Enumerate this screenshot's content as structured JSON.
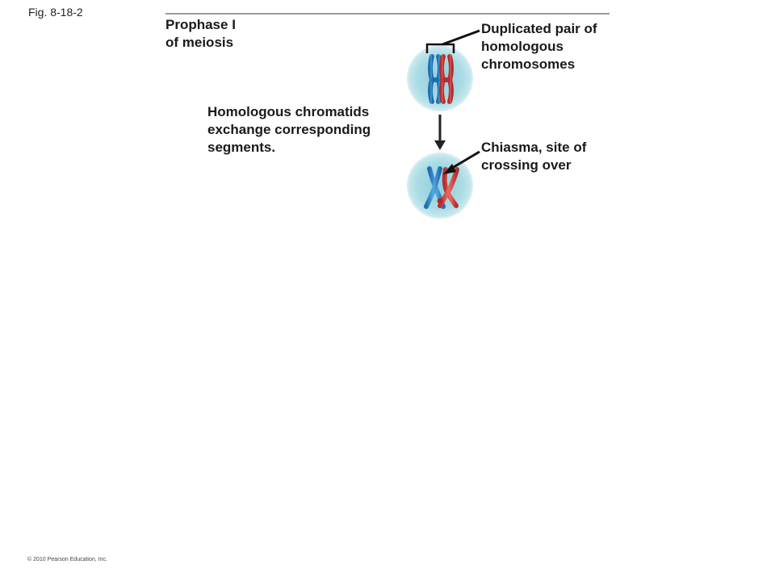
{
  "figure": {
    "label": "Fig. 8-18-2"
  },
  "stage": {
    "line1": "Prophase I",
    "line2": "of meiosis"
  },
  "description": {
    "line1": "Homologous chromatids",
    "line2": "exchange corresponding",
    "line3": "segments."
  },
  "callouts": {
    "duplicated_pair": {
      "line1": "Duplicated pair of",
      "line2": "homologous",
      "line3": "chromosomes"
    },
    "chiasma": {
      "line1": "Chiasma, site of",
      "line2": "crossing over"
    }
  },
  "copyright": "© 2010 Pearson Education, Inc.",
  "colors": {
    "cell_fill": "#a9dbe4",
    "cell_edge": "#d6eef2",
    "chromosome_blue": "#2f86c9",
    "chromosome_red": "#d9403f",
    "centromere_dark": "#b02a2a",
    "arrow": "#222222",
    "rule": "#9a9a9a"
  },
  "icons": [
    "cell-before-icon",
    "cell-after-icon",
    "process-arrow-icon"
  ]
}
